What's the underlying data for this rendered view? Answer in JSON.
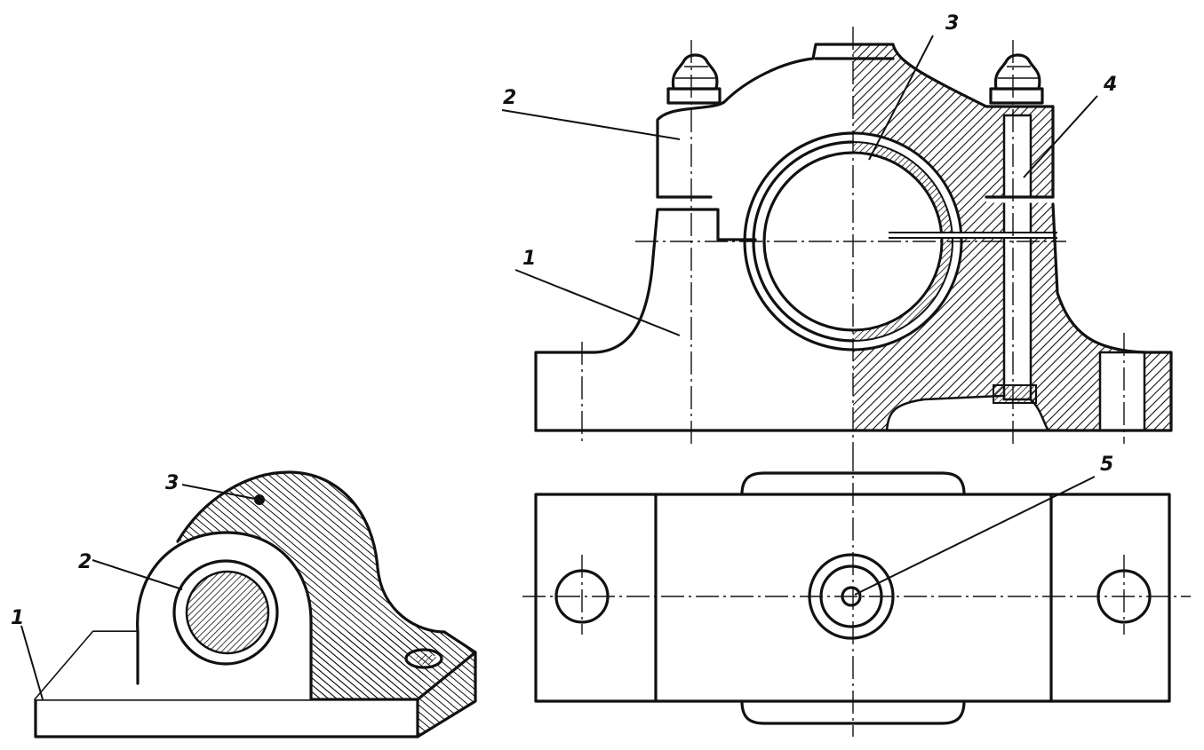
{
  "isometric_view": {
    "labels": [
      {
        "id": "iso-label-1",
        "text": "1"
      },
      {
        "id": "iso-label-2",
        "text": "2"
      },
      {
        "id": "iso-label-3",
        "text": "3"
      }
    ]
  },
  "front_view": {
    "labels": [
      {
        "id": "front-label-1",
        "text": "1"
      },
      {
        "id": "front-label-2",
        "text": "2"
      },
      {
        "id": "front-label-3",
        "text": "3"
      },
      {
        "id": "front-label-4",
        "text": "4"
      }
    ]
  },
  "top_view": {
    "labels": [
      {
        "id": "top-label-5",
        "text": "5"
      }
    ]
  }
}
